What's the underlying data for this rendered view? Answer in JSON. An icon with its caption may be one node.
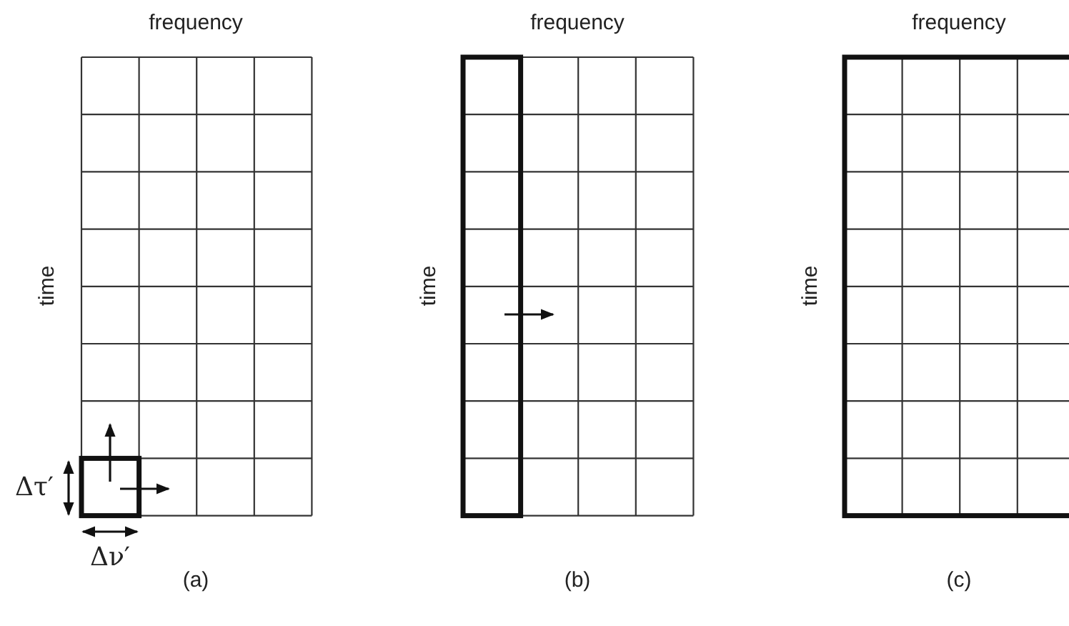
{
  "diagram": {
    "labels": [
      "frequency",
      "frequency",
      "frequency",
      "time",
      "time",
      "time",
      "Δτ′",
      "Δν′",
      "(a)",
      "(b)",
      "(c)"
    ]
  }
}
